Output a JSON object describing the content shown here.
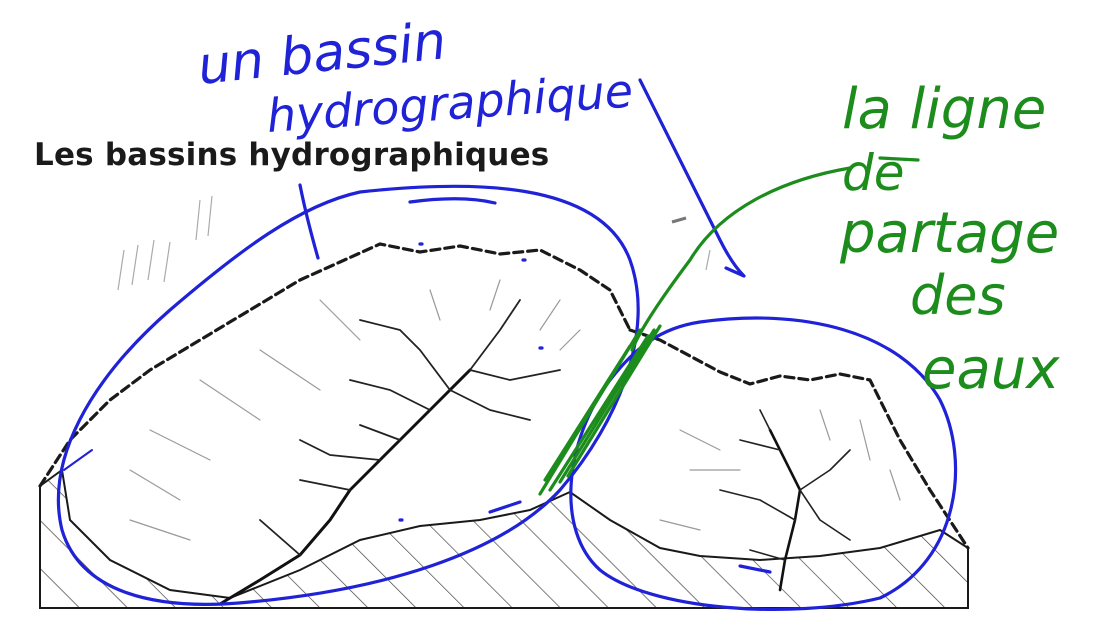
{
  "title": "Les bassins hydrographiques",
  "annotations": {
    "blue_label_line1": "un bassin",
    "blue_label_line2": "hydrographique",
    "green_label_line1": "la ligne",
    "green_label_line2": "de",
    "green_label_line3": "partage",
    "green_label_line4": "des",
    "green_label_line5": "eaux"
  },
  "colors": {
    "ink_blue": "#1f22d6",
    "ink_green": "#1c8c1c",
    "terrain_line": "#1a1a1a",
    "river_light": "#9a9a9a",
    "hatch": "#444444"
  },
  "icons": [
    "watershed-diagram"
  ]
}
